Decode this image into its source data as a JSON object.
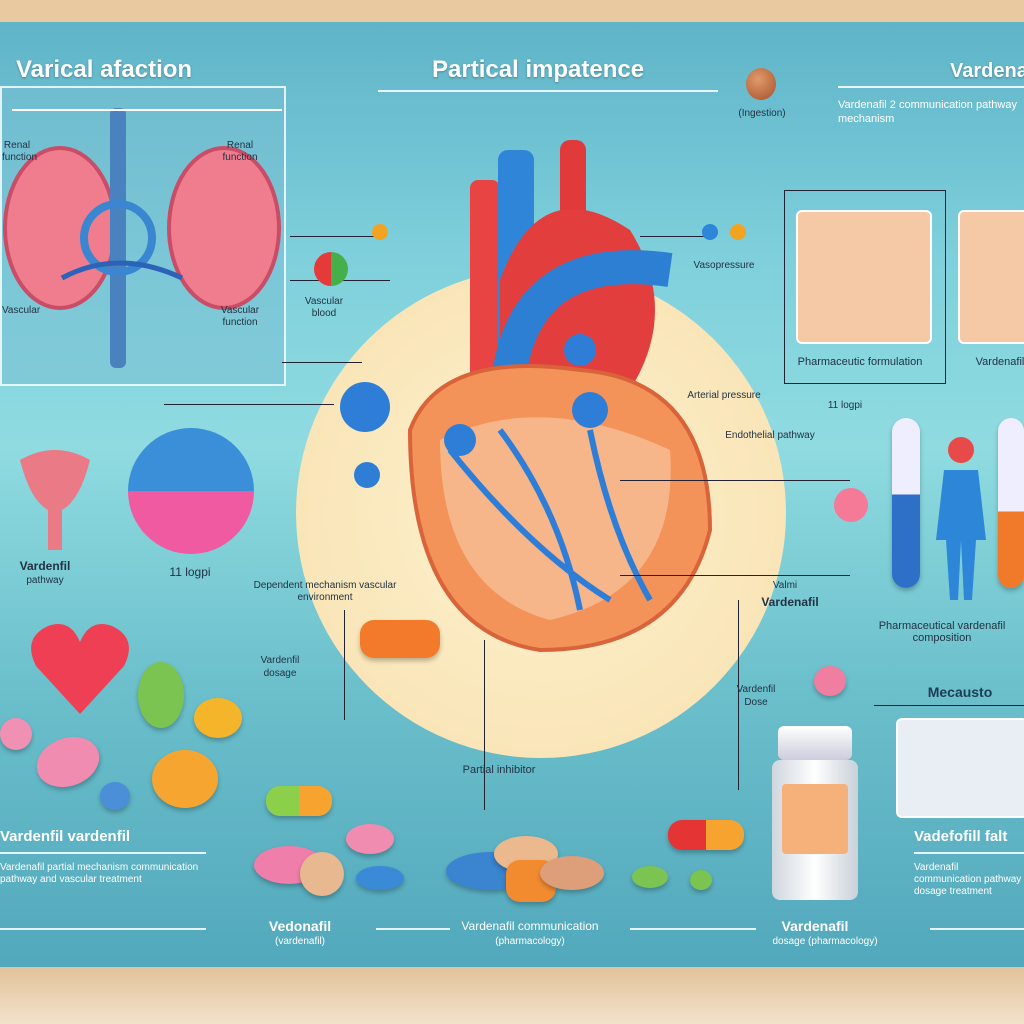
{
  "headings": {
    "left": "Varical afaction",
    "center": "Partical impatence",
    "right": "Vardenafil"
  },
  "labels": {
    "top_right_caption": "Vardenafil 2 communication pathway mechanism",
    "small_pill_caption": "(Ingestion)",
    "kidney_left": "Renal function",
    "kidney_right": "Renal function",
    "kidney_bottom_left": "Vascular",
    "kidney_bottom_right": "Vascular function",
    "mid_left": "Vascular blood",
    "connector_right": "Vasopressure",
    "heart_side": "Arterial pressure",
    "heart_pathway": "Endothelial pathway",
    "pack_left": "Pharmaceutic formulation",
    "pack_right": "Vardenafil",
    "pct": "11 logpi",
    "ring_caption": "11 logpi",
    "uterus_title": "Vardenfil",
    "uterus_sub": "pathway",
    "mid_desc": "Dependent mechanism vascular environment",
    "valmi": "Valmi",
    "vardenafil_mid": "Vardenafil",
    "figure_caption": "Pharmaceutical vardenafil composition",
    "vardenfil_small": "Vardenfil",
    "vardenfil_small_sub": "dosage",
    "pillnote": "Vardenfil",
    "pillnote_sub": "Dose",
    "bottom_mid_top": "Partial inhibitor",
    "mecausto": "Mecausto"
  },
  "bottom": {
    "left_title": "Vardenfil vardenfil",
    "left_desc": "Vardenafil partial mechanism communication pathway and vascular treatment",
    "col1_title": "Vedonafil",
    "col1_sub": "(vardenafil)",
    "col2_title": "Vardenafil communication",
    "col2_sub": "(pharmacology)",
    "col3_title": "Vardenafil",
    "col3_sub": "dosage (pharmacology)",
    "right_title": "Vadefofill falt",
    "right_desc": "Vardenafil communication pathway dosage treatment"
  }
}
